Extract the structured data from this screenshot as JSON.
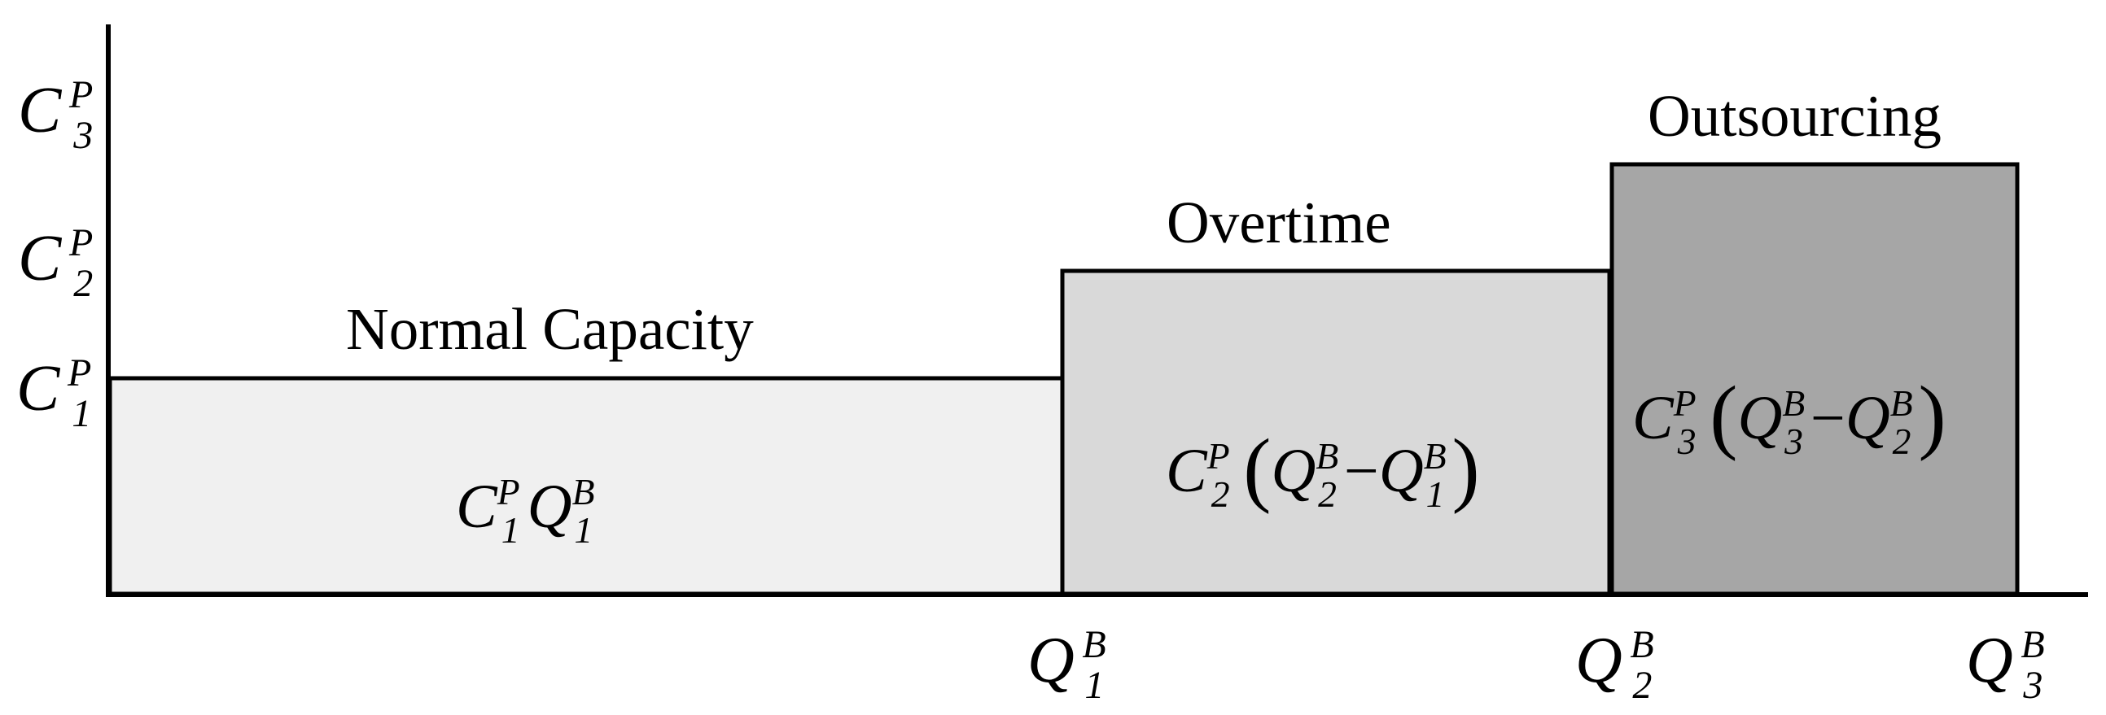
{
  "colors": {
    "normal_fill": "#f0f0f0",
    "overtime_fill": "#d9d9d9",
    "outsourcing_fill": "#a6a6a6",
    "stroke": "#000000"
  },
  "headings": {
    "normal": "Normal Capacity",
    "overtime": "Overtime",
    "outsourcing": "Outsourcing"
  },
  "symbols": {
    "C": "C",
    "Q": "Q",
    "P": "P",
    "B": "B",
    "i1": "1",
    "i2": "2",
    "i3": "3",
    "minus": "−",
    "lparen": "(",
    "rparen": ")"
  }
}
